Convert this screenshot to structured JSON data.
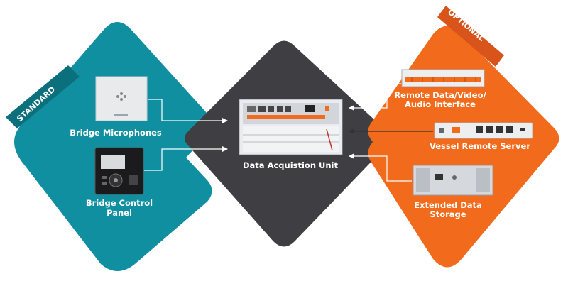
{
  "colors": {
    "standard": "#0f8fa0",
    "optional": "#f26a1b",
    "center": "#3f3f43",
    "standard_tag": "#0b6f7c",
    "optional_tag": "#d9541a"
  },
  "standard_tag": "STANDARD",
  "optional_tag": "OPTIONAL",
  "left": {
    "microphones": "Bridge Microphones",
    "control_panel_l1": "Bridge Control",
    "control_panel_l2": "Panel"
  },
  "center": {
    "label": "Data Acquistion Unit"
  },
  "right": {
    "remote_l1": "Remote Data/Video/",
    "remote_l2": "Audio Interface",
    "server": "Vessel Remote Server",
    "storage_l1": "Extended Data",
    "storage_l2": "Storage"
  }
}
